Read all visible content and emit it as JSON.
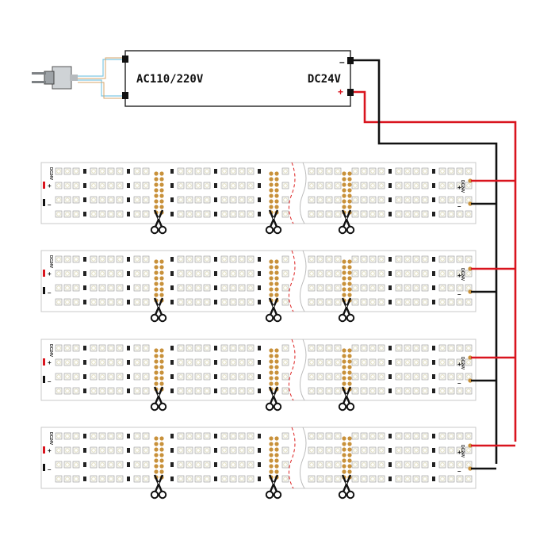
{
  "power_supply": {
    "input_label": "AC110/220V",
    "output_label": "DC24V",
    "negative_symbol": "–",
    "positive_symbol": "+"
  },
  "strips": [
    {
      "voltage_label": "DC24V",
      "positive_symbol": "+",
      "negative_symbol": "–"
    },
    {
      "voltage_label": "DC24V",
      "positive_symbol": "+",
      "negative_symbol": "–"
    },
    {
      "voltage_label": "DC24V",
      "positive_symbol": "+",
      "negative_symbol": "–"
    },
    {
      "voltage_label": "DC24V",
      "positive_symbol": "+",
      "negative_symbol": "–"
    }
  ],
  "colors": {
    "positive_wire": "#d9141e",
    "negative_wire": "#111111",
    "strip_board": "#ffffff",
    "pad_copper": "#c8913a",
    "led_chip": "#f4f4f0"
  },
  "icons": [
    "plug-icon",
    "scissors-icon"
  ]
}
